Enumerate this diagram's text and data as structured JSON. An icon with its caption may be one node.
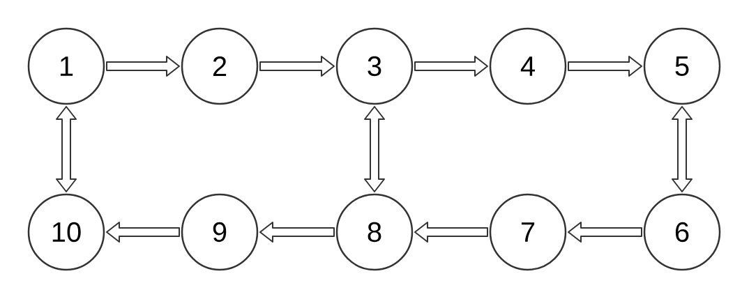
{
  "diagram": {
    "nodes": [
      {
        "text": [
          "1"
        ]
      },
      {
        "text": [
          "2"
        ]
      },
      {
        "text": [
          "3"
        ]
      },
      {
        "text": [
          "4"
        ]
      },
      {
        "text": [
          "5"
        ]
      },
      {
        "text": [
          "6"
        ]
      },
      {
        "text": [
          "7"
        ]
      },
      {
        "text": [
          "8"
        ]
      },
      {
        "text": [
          "9"
        ]
      },
      {
        "text": [
          "10"
        ]
      }
    ],
    "edges": [
      {
        "from": 0,
        "to": 1,
        "arrow": "to"
      },
      {
        "from": 1,
        "to": 2,
        "arrow": "to"
      },
      {
        "from": 2,
        "to": 3,
        "arrow": "to"
      },
      {
        "from": 3,
        "to": 4,
        "arrow": "to"
      },
      {
        "from": 0,
        "to": 9,
        "arrow": "both"
      },
      {
        "from": 2,
        "to": 7,
        "arrow": "both"
      },
      {
        "from": 4,
        "to": 5,
        "arrow": "both"
      },
      {
        "from": 5,
        "to": 6,
        "arrow": "to"
      },
      {
        "from": 6,
        "to": 7,
        "arrow": "to"
      },
      {
        "from": 7,
        "to": 8,
        "arrow": "to"
      },
      {
        "from": 8,
        "to": 9,
        "arrow": "to"
      }
    ]
  }
}
